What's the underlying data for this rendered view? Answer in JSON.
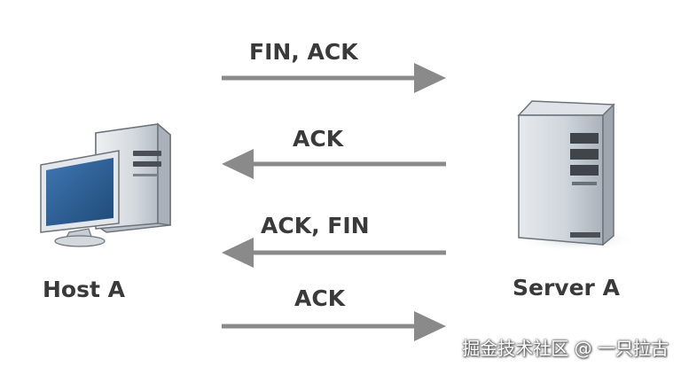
{
  "nodes": {
    "host": {
      "label": "Host A"
    },
    "server": {
      "label": "Server A"
    }
  },
  "messages": [
    {
      "label": "FIN, ACK",
      "direction": "host-to-server"
    },
    {
      "label": "ACK",
      "direction": "server-to-host"
    },
    {
      "label": "ACK, FIN",
      "direction": "server-to-host"
    },
    {
      "label": "ACK",
      "direction": "host-to-server"
    }
  ],
  "watermark": "掘金技术社区 @ 一只拉古",
  "colors": {
    "arrow": "#8a8a8a",
    "text": "#3a3a3a",
    "screen": "#2f5f93",
    "case": "#d9dde2"
  }
}
